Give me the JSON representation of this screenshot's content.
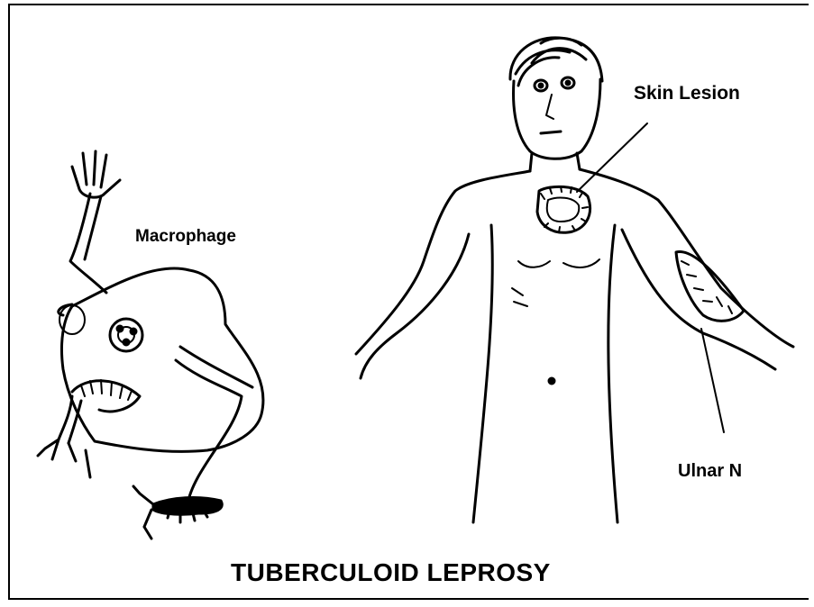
{
  "figure": {
    "title": "TUBERCULOID LEPROSY",
    "labels": {
      "skin_lesion": "Skin Lesion",
      "macrophage": "Macrophage",
      "ulnar_nerve": "Ulnar N"
    }
  },
  "colors": {
    "ink": "#000000",
    "background": "#ffffff"
  }
}
